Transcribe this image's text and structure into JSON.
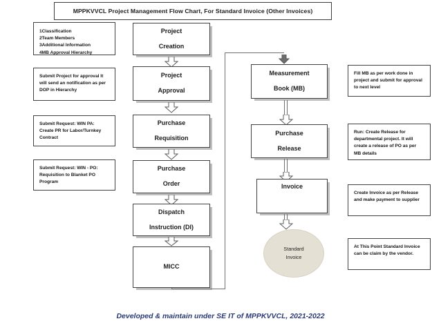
{
  "header": {
    "title": "MPPKVVCL Project Management Flow Chart, For Standard Invoice (Other Invoices)"
  },
  "left_notes": {
    "classification_list": {
      "items": [
        "1Classification",
        "2Team Members",
        "3Additional Information",
        "4MB Approval Hierarchy"
      ]
    },
    "project_approval_note": "Submit Project for approval It will send an notification as per DOP in Hierarchy",
    "purchase_requisition_note": "Submit Request: WIN PA: Create PR for Labor/Turnkey Contract",
    "purchase_order_note": "Submit Request: WIN - PO: Requisition to Blanket PO Program"
  },
  "flow_left": {
    "project_creation": {
      "line1": "Project",
      "line2": "Creation"
    },
    "project_approval": {
      "line1": "Project",
      "line2": "Approval"
    },
    "purchase_requisition": {
      "line1": "Purchase",
      "line2": "Requisition"
    },
    "purchase_order": {
      "line1": "Purchase",
      "line2": "Order"
    },
    "dispatch_instruction": {
      "line1": "Dispatch",
      "line2": "Instruction (DI)"
    },
    "micc": {
      "line1": "MICC",
      "line2": ""
    }
  },
  "flow_right": {
    "measurement_book": {
      "line1": "Measurement",
      "line2": "Book (MB)"
    },
    "purchase_release": {
      "line1": "Purchase",
      "line2": "Release"
    },
    "invoice": {
      "line1": "Invoice",
      "line2": ""
    },
    "standard_invoice": {
      "line1": "Standard",
      "line2": "Invoice"
    }
  },
  "right_notes": {
    "measurement_book_note": "Fill MB as per work done in project and submit for approval to next level",
    "purchase_release_note": "Run: Create Release for departmental project. It will create a release of PO as per MB details",
    "invoice_note": "Create Invoice as per  Release and make  payment to supplier",
    "standard_invoice_note": "At This Point Standard Invoice can be claim by the vendor."
  },
  "footer": {
    "text": "Developed & maintain under SE IT of MPPKVVCL, 2021-2022"
  },
  "colors": {
    "box_border": "#3f3f3f",
    "box_shadow": "#bfbfbf",
    "ellipse_fill": "#e5e0d4",
    "connector": "#6e6e6e",
    "footer_text": "#2b3a78"
  }
}
